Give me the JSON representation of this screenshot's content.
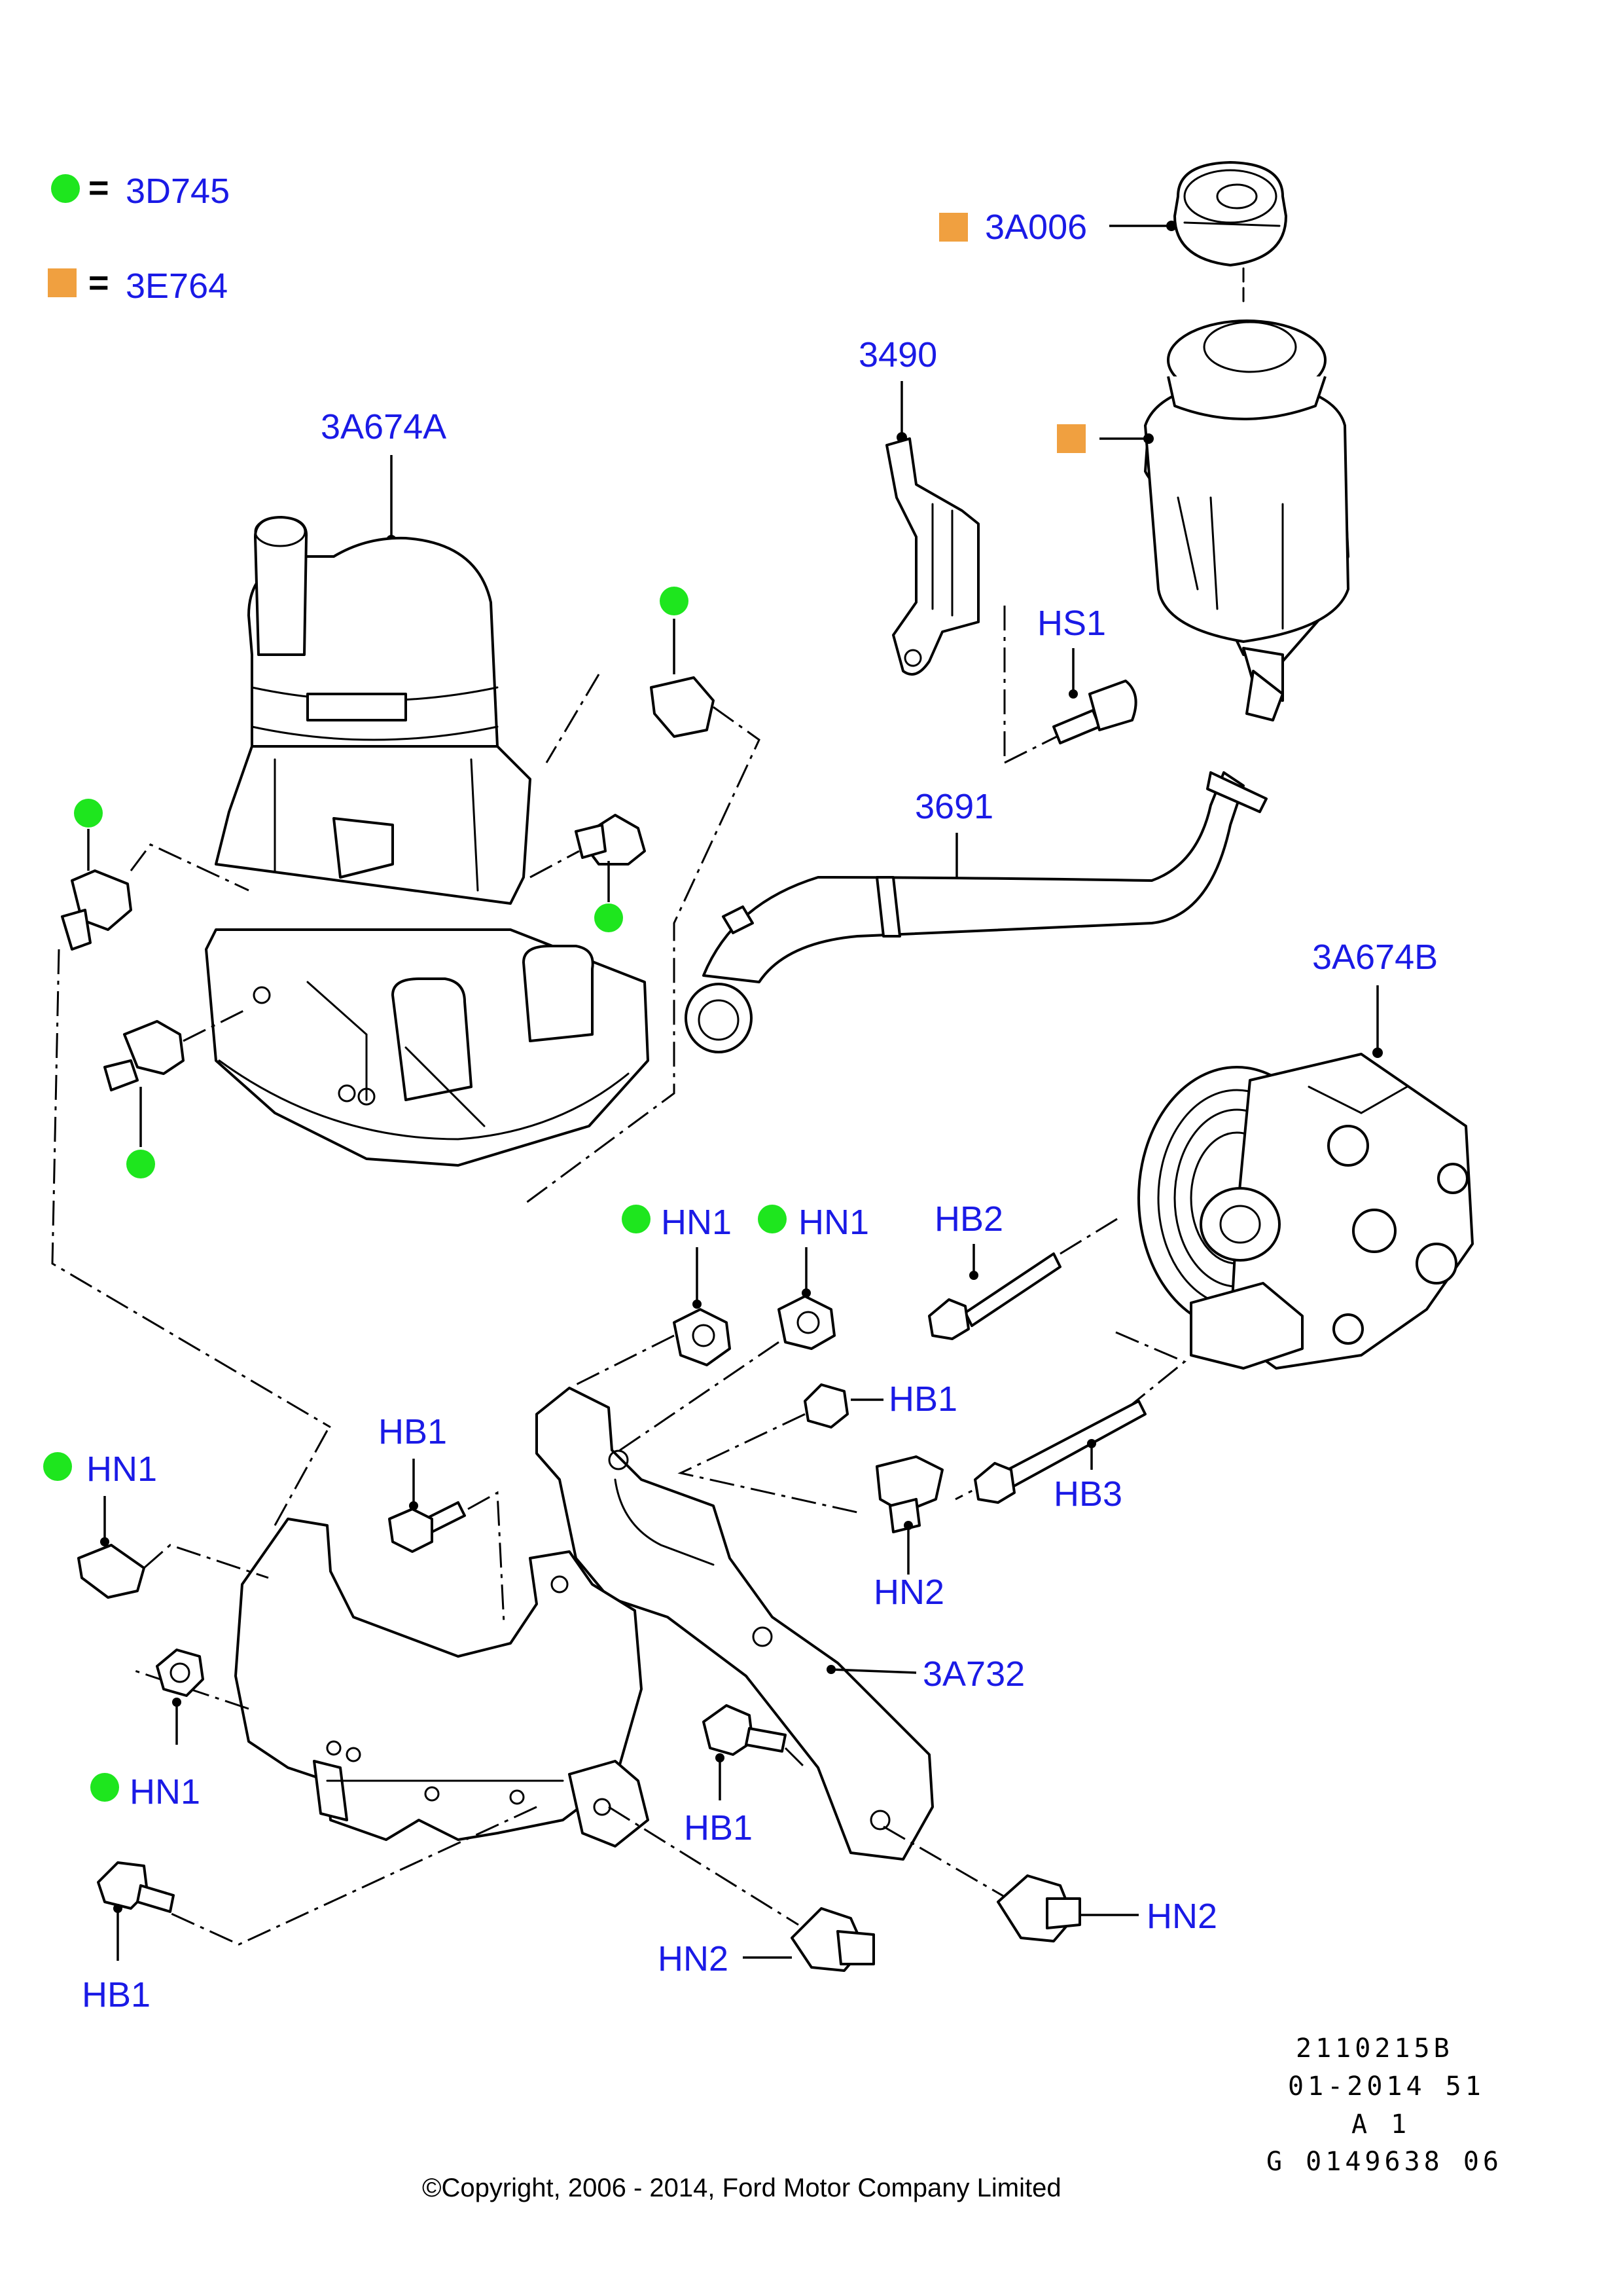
{
  "legend": {
    "items": [
      {
        "marker": "green-circle",
        "color": "#1ee61e",
        "equals": "=",
        "code": "3D745"
      },
      {
        "marker": "orange-square",
        "color": "#f0a040",
        "equals": "=",
        "code": "3E764"
      }
    ]
  },
  "callouts": {
    "cap": "3A006",
    "bracket": "3490",
    "pump_left": "3A674A",
    "screw_hs1": "HS1",
    "hose": "3691",
    "pump_right": "3A674B",
    "nut_hn1_top_a": "HN1",
    "nut_hn1_top_b": "HN1",
    "bolt_hb2": "HB2",
    "bolt_hb1_right": "HB1",
    "bolt_hb1_mid": "HB1",
    "nut_hn1_left": "HN1",
    "bolt_hb3": "HB3",
    "nut_hn2_mid": "HN2",
    "mount_bracket": "3A732",
    "nut_hn1_bottom": "HN1",
    "bolt_hb1_lower": "HB1",
    "nut_hn2_right": "HN2",
    "nut_hn2_bottom": "HN2",
    "bolt_hb1_bottom": "HB1"
  },
  "meta": {
    "line1": "2110215B",
    "line2": "01-2014 51",
    "line3": "A 1",
    "line4": "G 0149638 06"
  },
  "copyright": "©Copyright, 2006 - 2014, Ford Motor Company Limited",
  "colors": {
    "callout_text": "#1a1ae6",
    "green_marker": "#1ee61e",
    "orange_marker": "#f0a040"
  }
}
